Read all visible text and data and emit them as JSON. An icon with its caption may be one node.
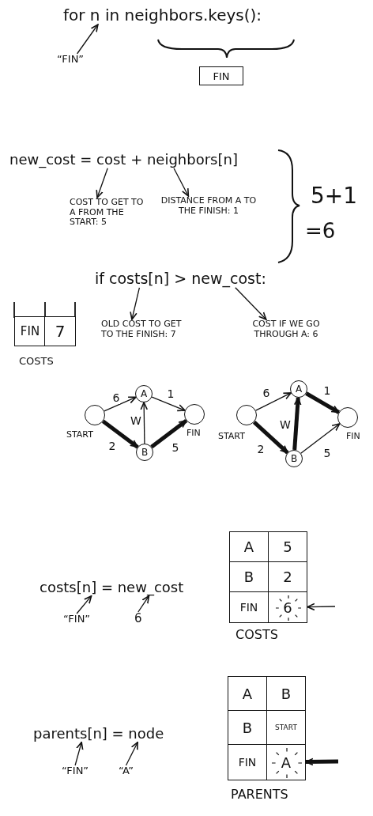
{
  "diagram": {
    "nodes": [
      {
        "text": [
          "for n in neighbors.keys():"
        ]
      },
      {
        "text": [
          "“FIN”"
        ]
      },
      {
        "text": [
          "FIN"
        ]
      },
      {
        "text": [
          "new_cost = cost + neighbors[n]"
        ]
      },
      {
        "text": [
          "COST TO GET TO A FROM THE START: 5"
        ]
      },
      {
        "text": [
          "DISTANCE FROM A TO THE FINISH: 1"
        ]
      },
      {
        "text": [
          "if costs[n] > new_cost:"
        ]
      },
      {
        "text": [
          "OLD COST TO GET TO THE FINISH: 7"
        ]
      },
      {
        "text": [
          "COST IF WE GO THROUGH A: 6"
        ]
      },
      {
        "text": [],
        "shape": "circle",
        "beside": [
          "START"
        ]
      },
      {
        "text": [
          "A"
        ]
      },
      {
        "text": [
          "B"
        ]
      },
      {
        "text": [],
        "shape": "circle",
        "beside": [
          "FIN"
        ]
      },
      {
        "text": [],
        "shape": "circle",
        "beside": [
          "START"
        ]
      },
      {
        "text": [
          "A"
        ]
      },
      {
        "text": [
          "B"
        ]
      },
      {
        "text": [],
        "shape": "circle",
        "beside": [
          "FIN"
        ]
      },
      {
        "text": [
          "costs[n] = new_cost"
        ]
      },
      {
        "text": [
          "“FIN”"
        ]
      },
      {
        "text": [
          "6"
        ]
      },
      {
        "text": [
          "6"
        ]
      },
      {
        "text": [
          "parents[n] = node"
        ]
      },
      {
        "text": [
          "“FIN”"
        ]
      },
      {
        "text": [
          "“A”"
        ]
      },
      {
        "text": [
          "A"
        ]
      }
    ],
    "edges": [
      {
        "from": 1,
        "to": 0,
        "arrow": "to"
      },
      {
        "from": 3,
        "to": 4,
        "arrow": "to"
      },
      {
        "from": 3,
        "to": 5,
        "arrow": "to"
      },
      {
        "from": 6,
        "to": 7,
        "arrow": "to"
      },
      {
        "from": 6,
        "to": 8,
        "arrow": "to"
      },
      {
        "from": 9,
        "to": 10,
        "arrow": "to",
        "label": "6"
      },
      {
        "from": 9,
        "to": 11,
        "arrow": "to",
        "label": "2",
        "style": "thick"
      },
      {
        "from": 11,
        "to": 10,
        "arrow": "to",
        "label": "W"
      },
      {
        "from": 10,
        "to": 12,
        "arrow": "to",
        "label": "1"
      },
      {
        "from": 11,
        "to": 12,
        "arrow": "to",
        "label": "5",
        "style": "thick"
      },
      {
        "from": 13,
        "to": 14,
        "arrow": "to",
        "label": "6"
      },
      {
        "from": 13,
        "to": 15,
        "arrow": "to",
        "label": "2",
        "style": "thick"
      },
      {
        "from": 15,
        "to": 14,
        "arrow": "to",
        "label": "W",
        "style": "thick"
      },
      {
        "from": 14,
        "to": 16,
        "arrow": "to",
        "label": "1",
        "style": "thick"
      },
      {
        "from": 15,
        "to": 16,
        "arrow": "to",
        "label": "5"
      },
      {
        "from": 18,
        "to": 17,
        "arrow": "to"
      },
      {
        "from": 19,
        "to": 17,
        "arrow": "to"
      },
      {
        "from": null,
        "to": 20,
        "arrow": "to"
      },
      {
        "from": 22,
        "to": 21,
        "arrow": "to"
      },
      {
        "from": 23,
        "to": 21,
        "arrow": "to"
      },
      {
        "from": null,
        "to": 24,
        "arrow": "to",
        "style": "thick"
      }
    ],
    "labels": [
      "5+1",
      "=6",
      "FIN",
      "7",
      "COSTS",
      "A",
      "5",
      "B",
      "2",
      "FIN",
      "COSTS",
      "A",
      "B",
      "B",
      "START",
      "FIN",
      "PARENTS"
    ]
  }
}
